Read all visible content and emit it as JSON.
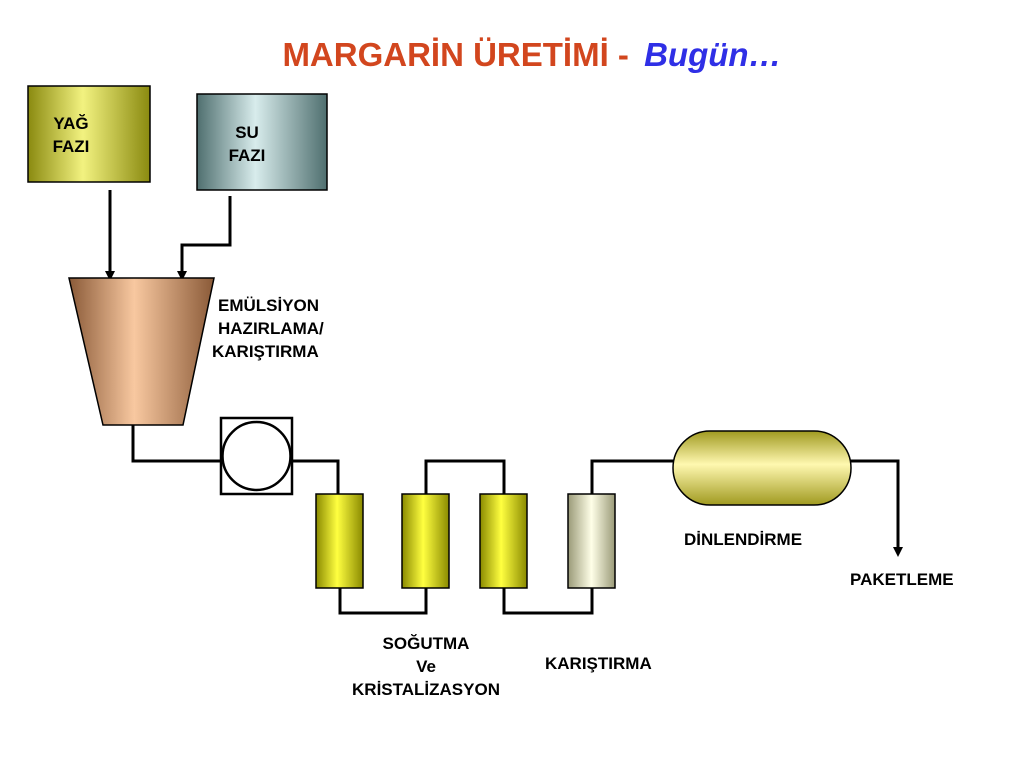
{
  "title": {
    "main": "MARGARİN ÜRETİMİ -",
    "sub": "Bugün…"
  },
  "tanks": {
    "oil_phase": {
      "line1": "YAĞ",
      "line2": "FAZI"
    },
    "water_phase": {
      "line1": "SU",
      "line2": "FAZI"
    }
  },
  "labels": {
    "emulsion": {
      "line1": "EMÜLSİYON",
      "line2": "HAZIRLAMA/",
      "line3": "KARIŞTIRMA"
    },
    "cooling": {
      "line1": "SOĞUTMA",
      "line2": "Ve",
      "line3": "KRİSTALİZASYON"
    },
    "mixing": "KARIŞTIRMA",
    "resting": "DİNLENDİRME",
    "packaging": "PAKETLEME"
  },
  "colors": {
    "title_main": "#d2461e",
    "title_sub": "#2f2fe6",
    "oil_tank": "#d8d84a",
    "water_tank": "#8fb4b4",
    "funnel": "#e8a882",
    "cooling_tube": "#e6e600",
    "mixing_tube": "#f0f0c8",
    "resting_vessel": "#f0e890"
  }
}
